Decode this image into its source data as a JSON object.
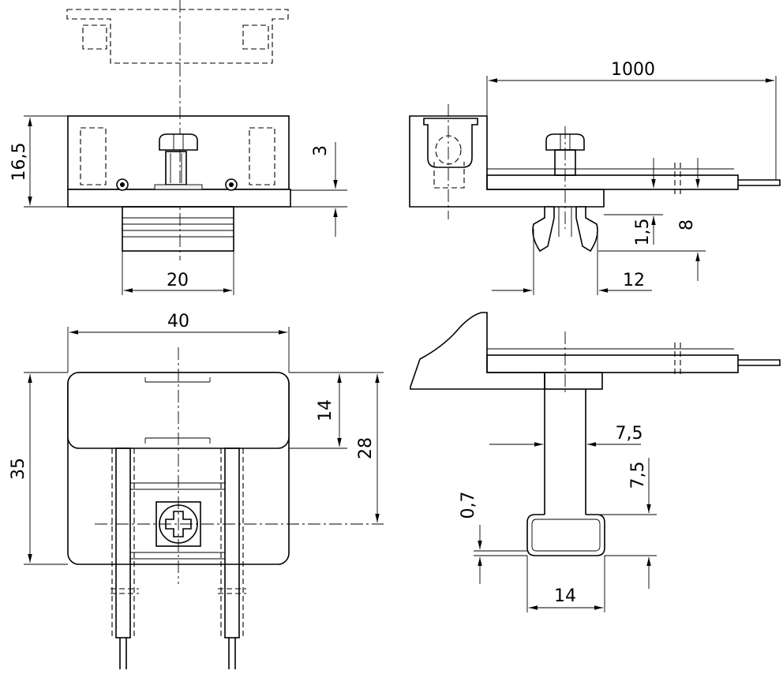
{
  "drawing": {
    "views": [
      "front-view",
      "side-view",
      "top-view",
      "mounting-detail-view"
    ],
    "dimension_labels": {
      "front_height": "16,5",
      "front_gap": "3",
      "front_width": "20",
      "side_cable_length": "1000",
      "side_clip_offset": "1,5",
      "side_clip_height": "8",
      "side_clip_width": "12",
      "top_width": "40",
      "top_inner_depth": "14",
      "top_mid_depth": "28",
      "top_overall_depth": "35",
      "detail_stem_width": "7,5",
      "detail_stem_height": "7,5",
      "detail_rail_thickness": "0,7",
      "detail_rail_width": "14"
    }
  }
}
